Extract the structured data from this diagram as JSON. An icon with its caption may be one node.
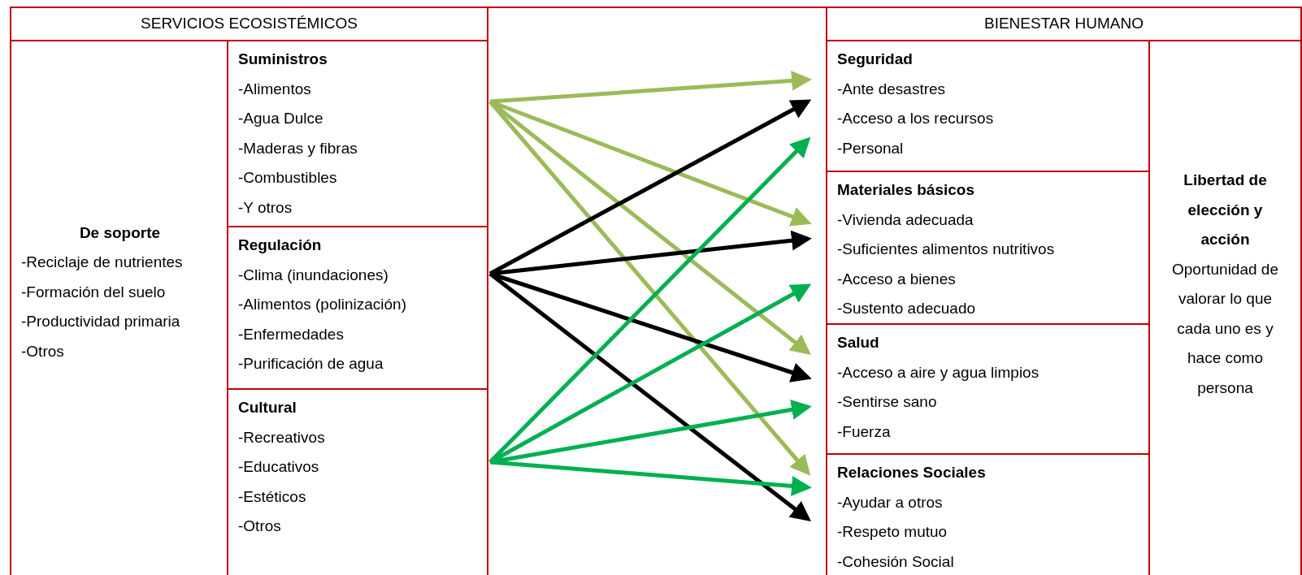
{
  "diagram": {
    "nodes": [
      {
        "text": [
          "SERVICIOS ECOSISTÉMICOS"
        ]
      },
      {
        "text": [
          "BIENESTAR HUMANO"
        ]
      },
      {
        "text": [
          "De soporte",
          "-Reciclaje de nutrientes",
          "-Formación del suelo",
          "-Productividad primaria",
          "-Otros"
        ]
      },
      {
        "text": [
          "Suministros",
          "-Alimentos",
          "-Agua Dulce",
          "-Maderas y fibras",
          "-Combustibles",
          "-Y otros"
        ]
      },
      {
        "text": [
          "Regulación",
          "-Clima (inundaciones)",
          "-Alimentos (polinización)",
          "-Enfermedades",
          "-Purificación de agua"
        ]
      },
      {
        "text": [
          "Cultural",
          "-Recreativos",
          "-Educativos",
          "-Estéticos",
          "-Otros"
        ]
      },
      {
        "text": [
          "Seguridad",
          "-Ante desastres",
          "-Acceso  a los recursos",
          "-Personal"
        ]
      },
      {
        "text": [
          "Materiales básicos",
          "-Vivienda adecuada",
          "-Suficientes alimentos nutritivos",
          "-Acceso a bienes",
          "-Sustento adecuado"
        ]
      },
      {
        "text": [
          "Salud",
          "-Acceso a aire y agua limpios",
          "-Sentirse sano",
          "-Fuerza"
        ]
      },
      {
        "text": [
          "Relaciones Sociales",
          "-Ayudar a otros",
          "-Respeto mutuo",
          "-Cohesión Social"
        ]
      },
      {
        "text": [
          "Libertad de elección y acción",
          "Oportunidad de valorar lo que cada uno es y hace como persona"
        ]
      }
    ],
    "edges": [
      {
        "from": 3,
        "to": 6,
        "arrow": "to",
        "color": "#9bbb59"
      },
      {
        "from": 3,
        "to": 7,
        "arrow": "to",
        "color": "#9bbb59"
      },
      {
        "from": 3,
        "to": 8,
        "arrow": "to",
        "color": "#9bbb59"
      },
      {
        "from": 3,
        "to": 9,
        "arrow": "to",
        "color": "#9bbb59"
      },
      {
        "from": 4,
        "to": 6,
        "arrow": "to",
        "color": "#000000"
      },
      {
        "from": 4,
        "to": 7,
        "arrow": "to",
        "color": "#000000"
      },
      {
        "from": 4,
        "to": 8,
        "arrow": "to",
        "color": "#000000"
      },
      {
        "from": 4,
        "to": 9,
        "arrow": "to",
        "color": "#000000"
      },
      {
        "from": 5,
        "to": 6,
        "arrow": "to",
        "color": "#00b050"
      },
      {
        "from": 5,
        "to": 7,
        "arrow": "to",
        "color": "#00b050"
      },
      {
        "from": 5,
        "to": 8,
        "arrow": "to",
        "color": "#00b050"
      },
      {
        "from": 5,
        "to": 9,
        "arrow": "to",
        "color": "#00b050"
      }
    ]
  }
}
